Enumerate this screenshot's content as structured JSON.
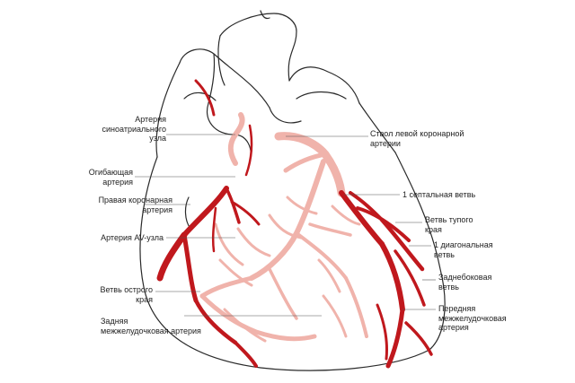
{
  "colors": {
    "outline": "#2a2a2a",
    "artery_dark": "#c0181d",
    "artery_light": "#f0b3ab",
    "background": "#ffffff",
    "text": "#222222"
  },
  "labels": {
    "sinoatrial": "Артерия\nсиноатриального\nузла",
    "circumflex": "Огибающая\nартерия",
    "right_coronary": "Правая коронарная\nартерия",
    "av_node": "Артерия AV-узла",
    "acute_marginal": "Ветвь острого\nкрая",
    "posterior_descending": "Задняя\nмежжелудочковая артерия",
    "left_main": "Ствол левой коронарной\nартерии",
    "first_septal": "1 септальная ветвь",
    "obtuse_marginal": "Ветвь тупого\nкрая",
    "first_diagonal": "1 диагональная\nветвь",
    "posterolateral": "Заднебоковая\nветвь",
    "anterior_descending": "Передняя\nмежжелудочковая\nартерия"
  }
}
